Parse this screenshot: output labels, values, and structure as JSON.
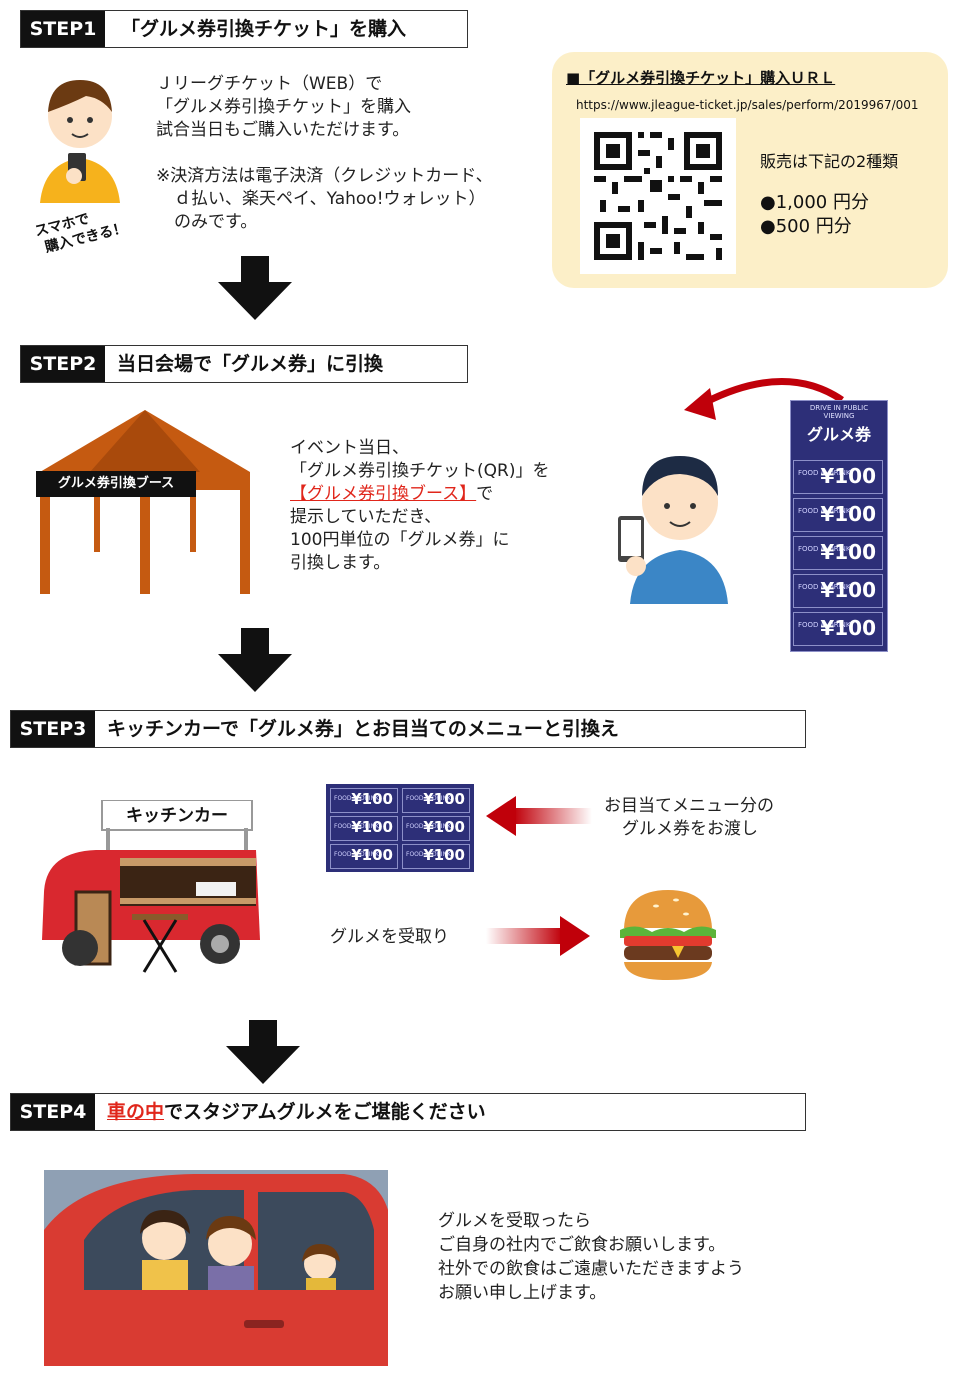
{
  "step1": {
    "tag": "STEP1",
    "title": "「グルメ券引換チケット」を購入",
    "badge_line1": "スマホで",
    "badge_line2": "購入できる！",
    "lines": [
      "Ｊリーグチケット（WEB）で",
      "「グルメ券引換チケット」を購入",
      "試合当日もご購入いただけます。",
      "※決済方法は電子決済（クレジットカード、",
      "ｄ払い、楽天ペイ、Yahoo!ウォレット）",
      "のみです。"
    ],
    "url_box": {
      "heading": "■「グルメ券引換チケット」購入ＵＲＬ",
      "url": "https://www.jleague-ticket.jp/sales/perform/2019967/001",
      "sale_note": "販売は下記の2種類",
      "items": [
        "●1,000 円分",
        "●500 円分"
      ]
    }
  },
  "step2": {
    "tag": "STEP2",
    "title": "当日会場で「グルメ券」に引換",
    "booth_label": "グルメ券引換ブース",
    "lines": [
      "イベント当日、",
      "「グルメ券引換チケット(QR)」を",
      "【グルメ券引換ブース】",
      "で",
      "提示していただき、",
      "100円単位の「グルメ券」に",
      "引換します。"
    ],
    "ticket_header_small": "DRIVE IN PUBLIC VIEWING",
    "ticket_header": "グルメ券",
    "ticket_food": "FOOD & DRINK",
    "ticket_value": "¥100"
  },
  "step3": {
    "tag": "STEP3",
    "title": "キッチンカーで「グルメ券」とお目当てのメニューと引換え",
    "kitchen_label": "キッチンカー",
    "hand_over_line1": "お目当てメニュー分の",
    "hand_over_line2": "グルメ券をお渡し",
    "receive": "グルメを受取り"
  },
  "step4": {
    "tag": "STEP4",
    "title_highlight": "車の中",
    "title_rest": "でスタジアムグルメをご堪能ください",
    "lines": [
      "グルメを受取ったら",
      "ご自身の社内でご飲食お願いします。",
      "社外での飲食はご遠慮いただきますよう",
      "お願い申し上げます。"
    ]
  },
  "colors": {
    "accent_red": "#e0261b",
    "arrow_red": "#c0000a",
    "step_tag_bg": "#111111",
    "url_box_bg": "#fcefc8",
    "ticket_navy": "#2d2f78",
    "tent_orange": "#c55a11"
  }
}
